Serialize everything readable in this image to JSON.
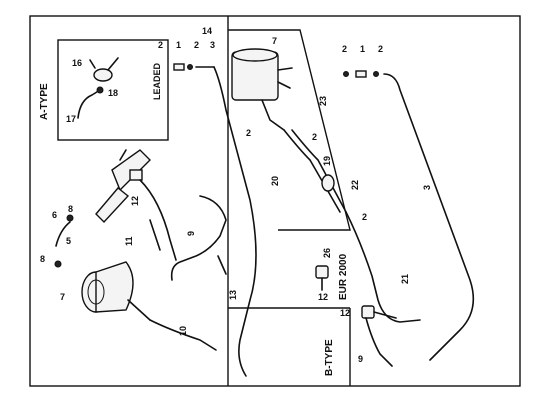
{
  "labels": {
    "a_type": "A-TYPE",
    "b_type": "B-TYPE",
    "leaded": "LEADED",
    "eur2000": "EUR 2000",
    "callouts": {
      "c1a": "1",
      "c1b": "1",
      "c2a": "2",
      "c2b": "2",
      "c2c": "2",
      "c2d": "2",
      "c2e": "2",
      "c2f": "2",
      "c2g": "2",
      "c3a": "3",
      "c3b": "3",
      "c5": "5",
      "c6": "6",
      "c7a": "7",
      "c7b": "7",
      "c8a": "8",
      "c8b": "8",
      "c9a": "9",
      "c9b": "9",
      "c10": "10",
      "c11": "11",
      "c12a": "12",
      "c12b": "12",
      "c12c": "12",
      "c13": "13",
      "c14": "14",
      "c16": "16",
      "c17": "17",
      "c18": "18",
      "c19": "19",
      "c20": "20",
      "c21": "21",
      "c22": "22",
      "c23": "23",
      "c26": "26"
    }
  }
}
